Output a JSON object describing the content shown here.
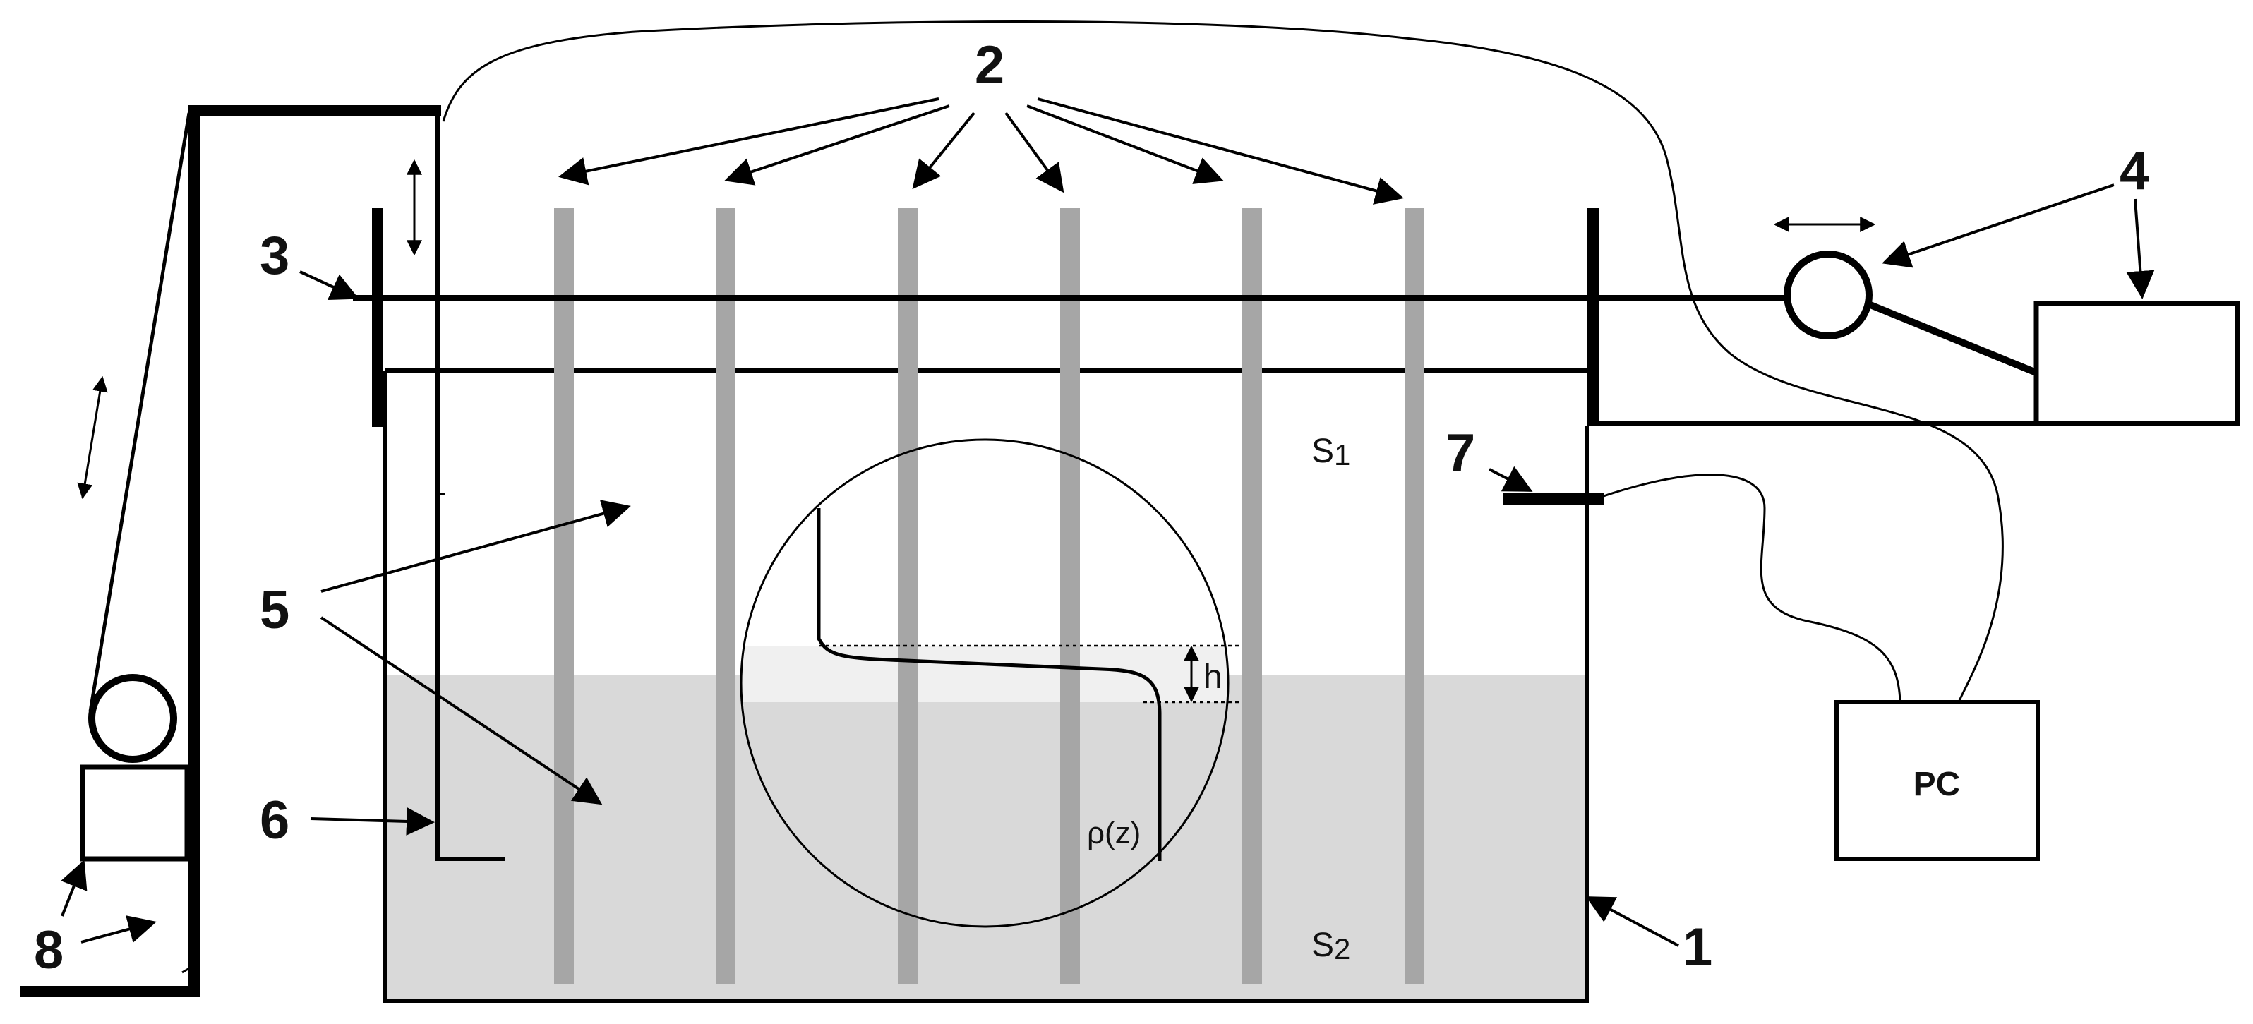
{
  "labels": {
    "tank": "1",
    "probes": "2",
    "traverse_rail": "3",
    "drive_motor": "4",
    "fluid_layers": "5",
    "vertical_probe": "6",
    "sensor": "7",
    "lift": "8"
  },
  "symbols": {
    "upper_layer": "S",
    "upper_layer_sub": "1",
    "lower_layer": "S",
    "lower_layer_sub": "2",
    "interface_thickness": "h",
    "density_profile": "ρ(z)"
  },
  "computer": "PC",
  "colors": {
    "line": "#000000",
    "lower_fluid": "#d9d9d9",
    "interface_band": "#f0f0f0",
    "probe": "#a6a6a6"
  },
  "probe_count": 6
}
